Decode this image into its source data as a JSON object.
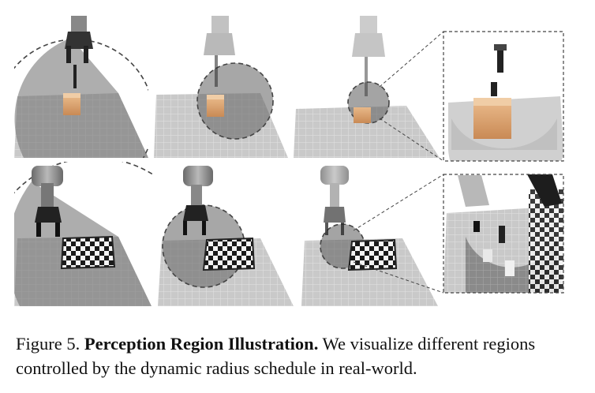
{
  "figure": {
    "rows": [
      {
        "id": "row-block",
        "scene": "block",
        "panels": 4
      },
      {
        "id": "row-chess",
        "scene": "chess",
        "panels": 4
      }
    ]
  },
  "caption": {
    "label": "Figure 5.",
    "title": "Perception Region Illustration.",
    "text": "We visualize different regions controlled by the dynamic radius schedule in real-world."
  }
}
